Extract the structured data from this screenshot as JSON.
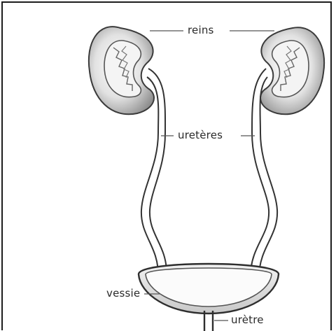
{
  "labels": {
    "kidneys": "reins",
    "ureters": "uretères",
    "bladder": "vessie",
    "urethra": "urètre"
  },
  "colors": {
    "ink": "#2a2a2a",
    "shade": "#9a9a9a",
    "paper": "#ffffff"
  }
}
